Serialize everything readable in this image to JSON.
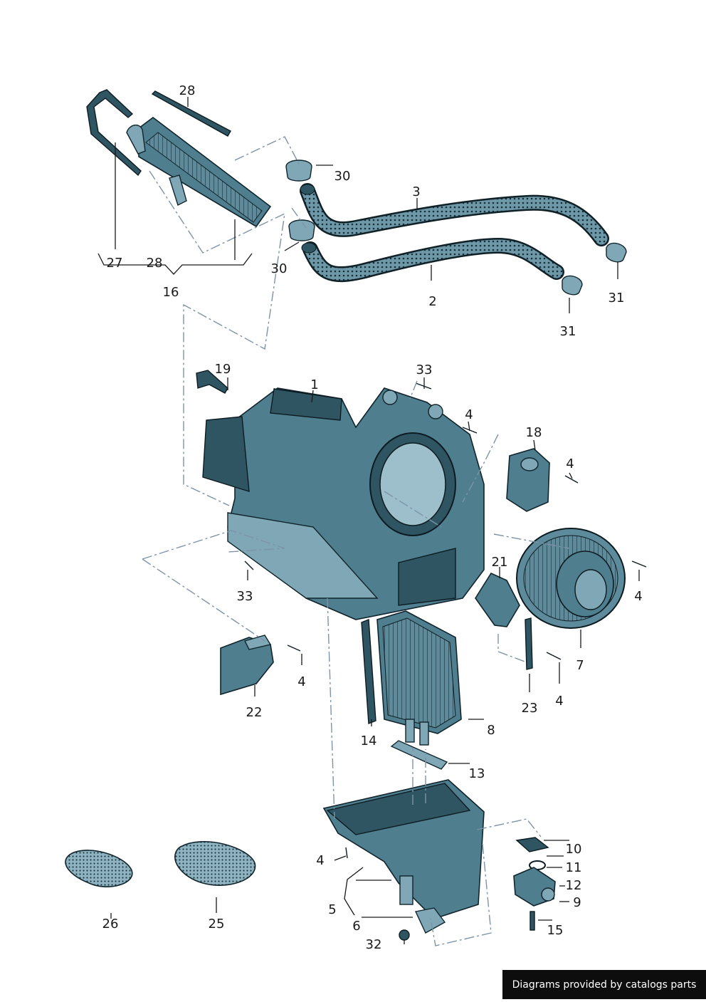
{
  "diagram": {
    "callouts": [
      {
        "id": "c28a",
        "text": "28"
      },
      {
        "id": "c30a",
        "text": "30"
      },
      {
        "id": "c3",
        "text": "3"
      },
      {
        "id": "c27",
        "text": "27"
      },
      {
        "id": "c28b",
        "text": "28"
      },
      {
        "id": "c30b",
        "text": "30"
      },
      {
        "id": "c16",
        "text": "16"
      },
      {
        "id": "c2",
        "text": "2"
      },
      {
        "id": "c31a",
        "text": "31"
      },
      {
        "id": "c31b",
        "text": "31"
      },
      {
        "id": "c19",
        "text": "19"
      },
      {
        "id": "c33a",
        "text": "33"
      },
      {
        "id": "c1",
        "text": "1"
      },
      {
        "id": "c4a",
        "text": "4"
      },
      {
        "id": "c18",
        "text": "18"
      },
      {
        "id": "c4b",
        "text": "4"
      },
      {
        "id": "c21",
        "text": "21"
      },
      {
        "id": "c4c",
        "text": "4"
      },
      {
        "id": "c33b",
        "text": "33"
      },
      {
        "id": "c7",
        "text": "7"
      },
      {
        "id": "c4d",
        "text": "4"
      },
      {
        "id": "c22",
        "text": "22"
      },
      {
        "id": "c23",
        "text": "23"
      },
      {
        "id": "c4e",
        "text": "4"
      },
      {
        "id": "c8",
        "text": "8"
      },
      {
        "id": "c14",
        "text": "14"
      },
      {
        "id": "c13",
        "text": "13"
      },
      {
        "id": "c10",
        "text": "10"
      },
      {
        "id": "c4f",
        "text": "4"
      },
      {
        "id": "c11",
        "text": "11"
      },
      {
        "id": "c12",
        "text": "12"
      },
      {
        "id": "c5",
        "text": "5"
      },
      {
        "id": "c9",
        "text": "9"
      },
      {
        "id": "c26",
        "text": "26"
      },
      {
        "id": "c25",
        "text": "25"
      },
      {
        "id": "c6",
        "text": "6"
      },
      {
        "id": "c15",
        "text": "15"
      },
      {
        "id": "c32",
        "text": "32"
      }
    ]
  },
  "credit": "Diagrams provided by catalogs parts",
  "colors": {
    "part_fill": "#4f7e8f",
    "outline": "#10242c",
    "dash_line": "#7d93a8",
    "credit_bg": "#0d0d0d"
  }
}
